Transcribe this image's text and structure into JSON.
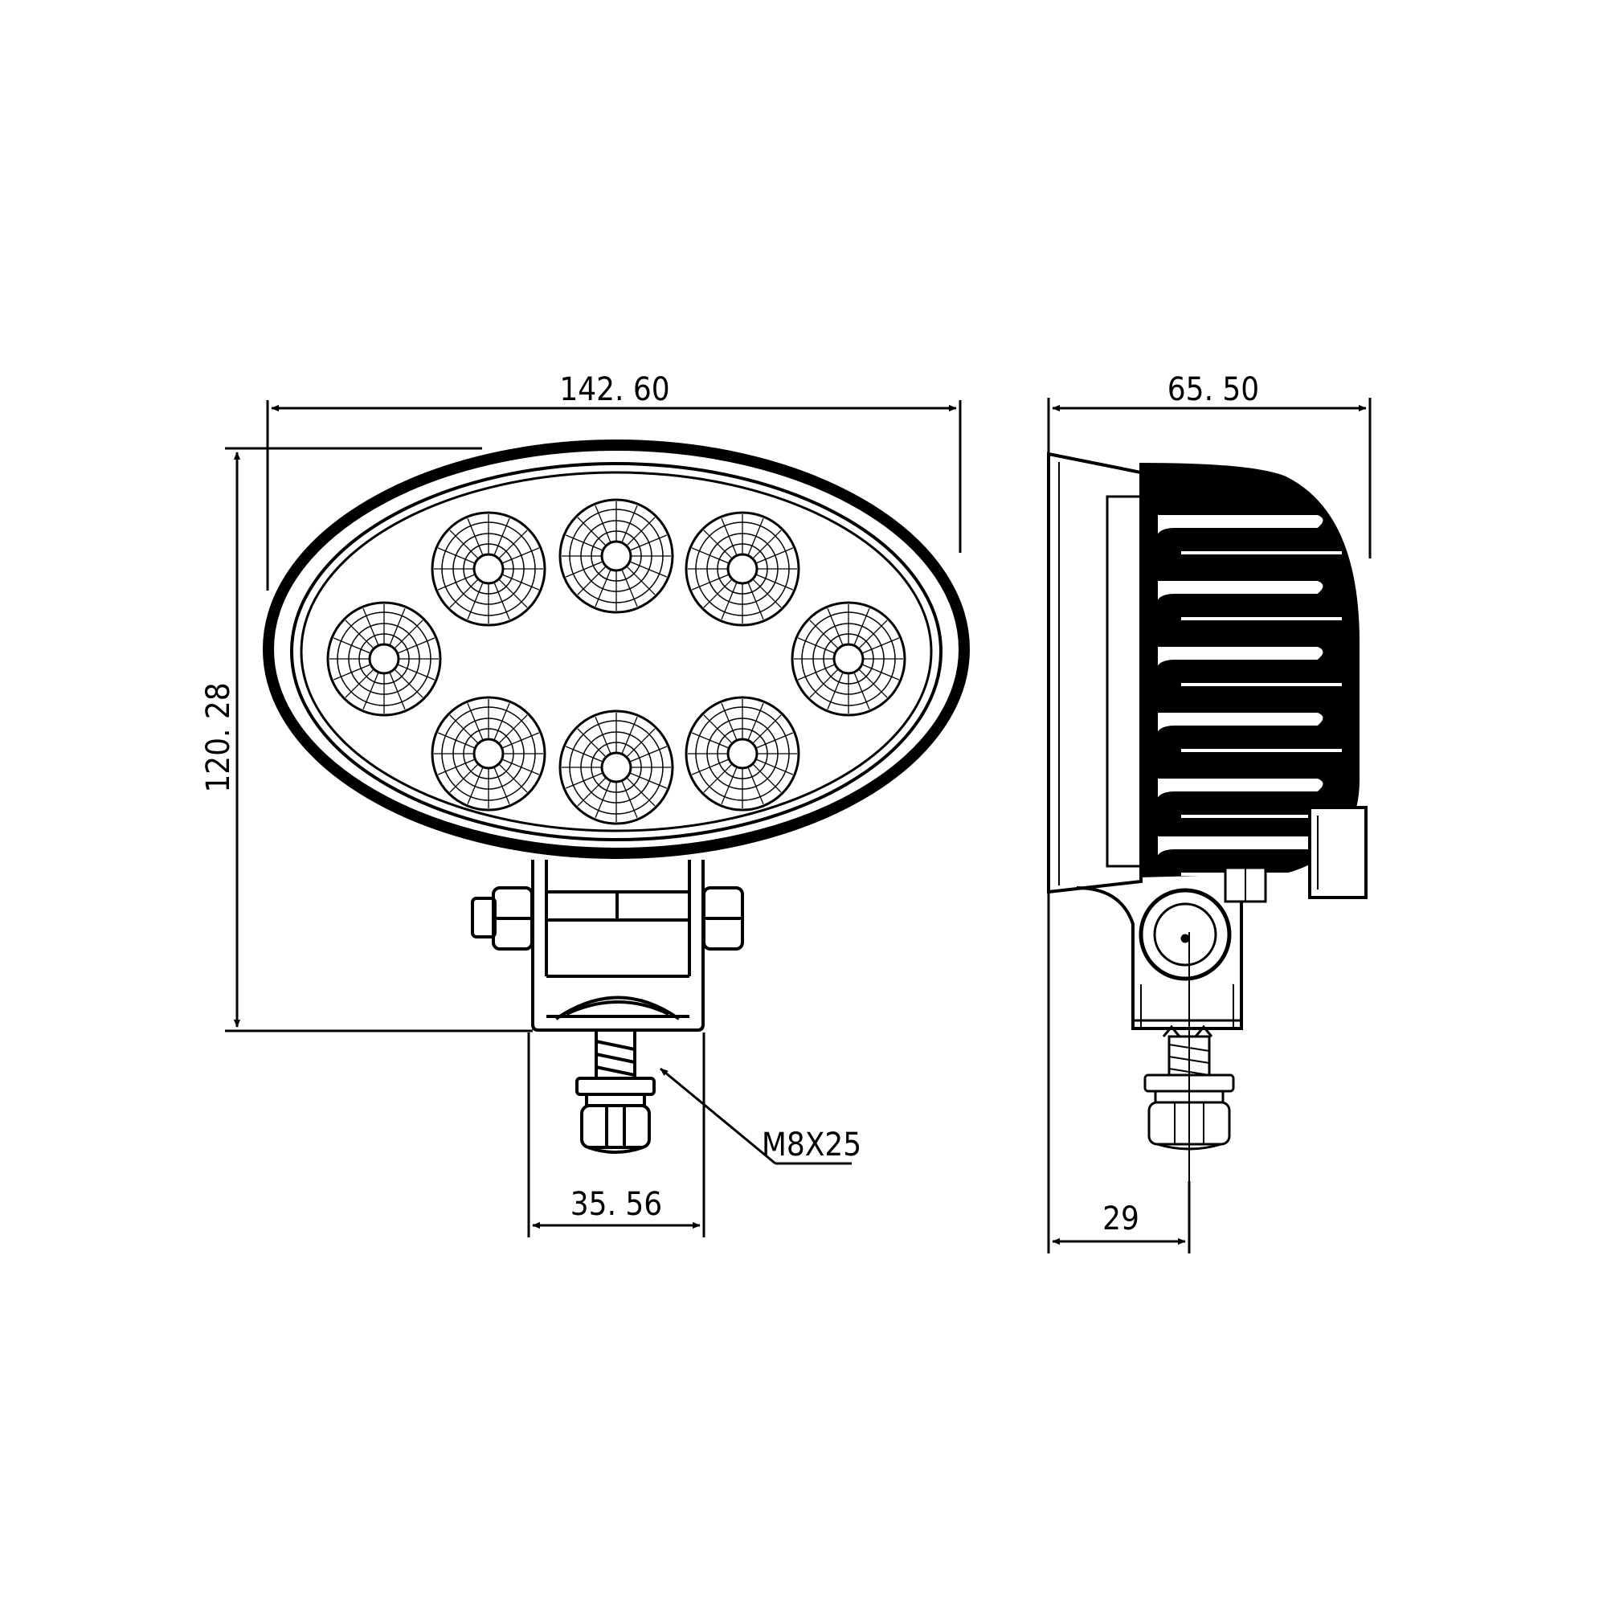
{
  "dimensions": {
    "width": "142. 60",
    "height": "120. 28",
    "depth": "65. 50",
    "bracket_width": "35. 56",
    "bolt_offset": "29"
  },
  "callouts": {
    "bolt_spec": "M8X25"
  },
  "front_view": {
    "led_count": 8
  },
  "colors": {
    "line": "#000000",
    "background": "#ffffff"
  }
}
